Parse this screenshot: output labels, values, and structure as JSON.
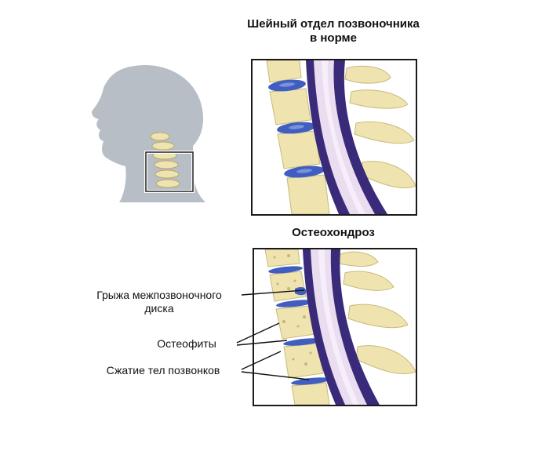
{
  "normal": {
    "title_line1": "Шейный отдел позвоночника",
    "title_line2": "в норме"
  },
  "osteo": {
    "title": "Остеохондроз"
  },
  "labels": {
    "hernia_line1": "Грыжа межпозвоночного",
    "hernia_line2": "диска",
    "osteophytes": "Остеофиты",
    "compression": "Сжатие тел позвонков"
  },
  "colors": {
    "head": "#b7bec6",
    "bone": "#efe4b0",
    "bone_dots": "#c8b97a",
    "disc": "#3f5ec0",
    "canal": "#3a2a7a",
    "cord": "#eaddf0",
    "pointer": "#111111"
  }
}
